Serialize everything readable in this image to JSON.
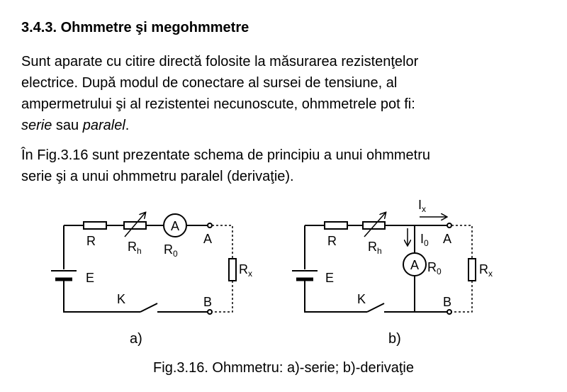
{
  "heading": "3.4.3. Ohmmetre şi megohmmetre",
  "paragraph1": {
    "line1": "Sunt aparate cu citire directă folosite la măsurarea rezistenţelor",
    "line2": "electrice. După modul de conectare al sursei de tensiune, al",
    "line3": "ampermetrului şi al rezistentei necunoscute, ohmmetrele pot fi:",
    "serie": "serie",
    "sau": " sau ",
    "paralel": "paralel",
    "period": "."
  },
  "paragraph2": {
    "line1": "În Fig.3.16 sunt prezentate schema de principiu a unui ohmmetru",
    "line2": "serie şi a unui ohmmetru paralel (derivaţie)."
  },
  "figure_a": {
    "R": "R",
    "Rh": "R",
    "Rh_sub": "h",
    "ammeter": "A",
    "R0": "R",
    "R0_sub": "0",
    "terminal_A": "A",
    "terminal_B": "B",
    "Rx": "R",
    "Rx_sub": "x",
    "E": "E",
    "K": "K",
    "label": "a)"
  },
  "figure_b": {
    "R": "R",
    "Rh": "R",
    "Rh_sub": "h",
    "ammeter": "A",
    "R0": "R",
    "R0_sub": "0",
    "I0": "I",
    "I0_sub": "0",
    "Ix": "I",
    "Ix_sub": "x",
    "terminal_A": "A",
    "terminal_B": "B",
    "Rx": "R",
    "Rx_sub": "x",
    "E": "E",
    "K": "K",
    "label": "b)"
  },
  "caption": "Fig.3.16. Ohmmetru: a)-serie; b)-derivaţie"
}
